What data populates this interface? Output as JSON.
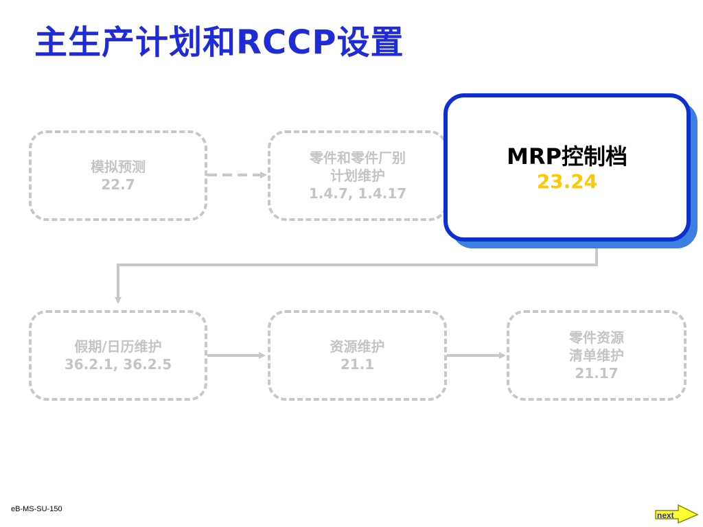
{
  "title": "主生产计划和RCCP设置",
  "nodes": {
    "forecast": {
      "label": "模拟预测",
      "code": "22.7"
    },
    "item_site": {
      "line1": "零件和零件厂别",
      "line2": "计划维护",
      "code": "1.4.7, 1.4.17"
    },
    "mrp_control": {
      "label": "MRP控制档",
      "code": "23.24"
    },
    "holiday_calendar": {
      "label": "假期/日历维护",
      "code": "36.2.1, 36.2.5"
    },
    "resource": {
      "label": "资源维护",
      "code": "21.1"
    },
    "bill_of_resource": {
      "line1": "零件资源",
      "line2": "清单维护",
      "code": "21.17"
    }
  },
  "footer": {
    "code": "eB-MS-SU-150",
    "next_label": "next"
  },
  "colors": {
    "title": "#1f2bd6",
    "active_border": "#0d2fd0",
    "active_shadow": "#3b7fe0",
    "active_code": "#ffc800",
    "inactive_text": "#c4c4c4",
    "inactive_border": "#c8c8c8",
    "connector": "#c8c8c8",
    "next_button": "#ffff33"
  }
}
